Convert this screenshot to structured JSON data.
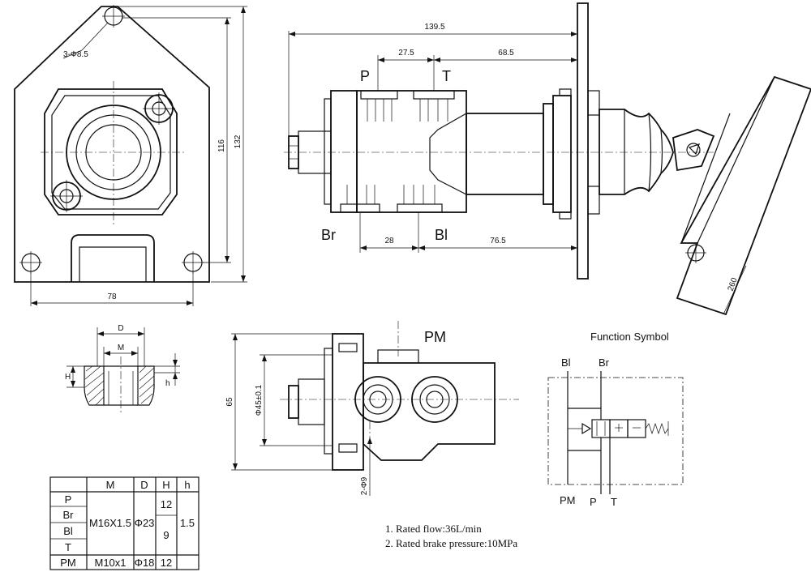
{
  "front_view": {
    "hole_note": "3-Φ8.5",
    "dim_height_outer": "132",
    "dim_height_inner": "116",
    "dim_width": "78"
  },
  "side_view": {
    "dim_total": "139.5",
    "dim_port_spacing": "27.5",
    "dim_to_flange": "68.5",
    "dim_lower_spacing": "28",
    "dim_lower_to_flange": "76.5",
    "dim_pedal": "260",
    "port_p": "P",
    "port_t": "T",
    "port_br": "Br",
    "port_bl": "Bl"
  },
  "section_view": {
    "dim_d": "D",
    "dim_m": "M",
    "dim_h_upper": "H",
    "dim_h_lower": "h"
  },
  "top_view": {
    "port_pm": "PM",
    "dim_height": "65",
    "dim_spacing": "Φ45±0.1",
    "hole_note": "2-Φ9"
  },
  "function_symbol": {
    "title": "Function Symbol",
    "label_bl": "Bl",
    "label_br": "Br",
    "label_pm": "PM",
    "label_p": "P",
    "label_t": "T"
  },
  "port_table": {
    "headers": [
      "",
      "M",
      "D",
      "H",
      "h"
    ],
    "rows": [
      "P",
      "Br",
      "Bl",
      "T",
      "PM"
    ],
    "group1_m": "M16X1.5",
    "group1_d": "Φ23",
    "group1_h_top": "12",
    "group1_h_bottom": "9",
    "group1_small_h": "1.5",
    "pm_m": "M10x1",
    "pm_d": "Φ18",
    "pm_h": "12"
  },
  "notes": [
    "1. Rated flow:36L/min",
    "2. Rated brake pressure:10MPa"
  ]
}
